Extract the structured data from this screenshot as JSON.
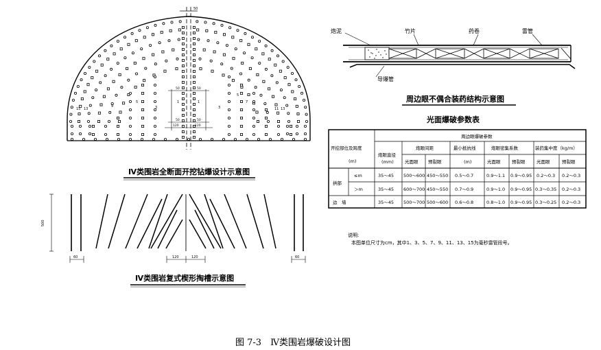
{
  "titles": {
    "full_face": "Ⅳ类围岩全断面开挖钻爆设计示意图",
    "wedge_cut": "Ⅳ类围岩复式楔形掏槽示意图",
    "charge_structure": "周边眼不偶合装药结构示意图",
    "param_table": "光面爆破参数表",
    "figure_caption": "图 7-3　Ⅳ类围岩爆破设计图"
  },
  "charge_labels": {
    "stemming": "炮泥",
    "bamboo": "竹片",
    "cartridge": "药卷",
    "detonator": "雷管",
    "detonating_cord": "导爆管"
  },
  "face_labels": {
    "left": [
      "15",
      "13",
      "9",
      "5",
      "3",
      "1"
    ],
    "right": [
      "1",
      "3",
      "5",
      "7",
      "9",
      "11",
      "13"
    ],
    "top_dim": "50",
    "cut_dims": [
      "50",
      "50",
      "50",
      "50"
    ],
    "base_dims": [
      "120",
      "120"
    ]
  },
  "wedge_labels": {
    "height": "500",
    "dims": [
      "60",
      "120",
      "120",
      "60"
    ]
  },
  "table": {
    "group_header": "周边眼爆破参数",
    "col1_header": "开挖部位及跨度",
    "col1_unit": "(m)",
    "col_headers": [
      "炮眼直径",
      "炮眼间距",
      "最小抵抗线",
      "炮眼密集系数",
      "装药集中度（kg/m）"
    ],
    "diameter_unit": "(mm)",
    "min_burden_unit": "(m)",
    "sub_headers": [
      "光面眼",
      "预裂眼",
      "光面眼",
      "预裂眼",
      "光面眼",
      "预裂眼"
    ],
    "section_arch": "拱部",
    "section_wall": "边　墙",
    "rows": [
      {
        "span": "≤m",
        "diameter": "35～45",
        "spacing_smooth": "500～600",
        "spacing_presplit": "450～550",
        "burden": "0.5～0.7",
        "density_smooth": "0.9～1.1",
        "density_presplit": "0.9～0.95",
        "charge_smooth": "0.2～0.3",
        "charge_presplit": "0.2～0.3"
      },
      {
        "span": "＞m",
        "diameter": "35～45",
        "spacing_smooth": "600～700",
        "spacing_presplit": "450～550",
        "burden": "0.7～0.9",
        "density_smooth": "0.9～1.0",
        "density_presplit": "0.9～0.95",
        "charge_smooth": "0.3～0.35",
        "charge_presplit": "0.2～0.3"
      },
      {
        "span": "",
        "diameter": "35～45",
        "spacing_smooth": "500～700",
        "spacing_presplit": "500～600",
        "burden": "0.6～0.8",
        "density_smooth": "0.8～1.0",
        "density_presplit": "0.9～0.95",
        "charge_smooth": "0.3～0.25",
        "charge_presplit": "0.2～0.3"
      }
    ]
  },
  "notes": {
    "heading": "说明:",
    "body": "本图单位尺寸为cm，其中1、3、5、7、9、11、13、15为毫秒雷管段号。"
  }
}
